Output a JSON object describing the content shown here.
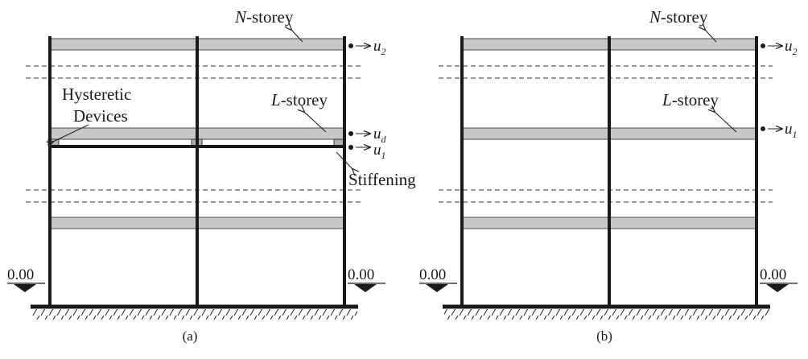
{
  "panel_a": {
    "caption": "(a)",
    "n_storey_prefix": "N",
    "n_storey_suffix": "-storey",
    "l_storey_prefix": "L",
    "l_storey_suffix": "-storey",
    "hysteretic_line1": "Hysteretic",
    "hysteretic_line2": "Devices",
    "stiffening": "Stiffening",
    "u2": {
      "base": "u",
      "sub": "2"
    },
    "ud": {
      "base": "u",
      "sub": "d"
    },
    "u1": {
      "base": "u",
      "sub": "1"
    },
    "level_left": "0.00",
    "level_right": "0.00"
  },
  "panel_b": {
    "caption": "(b)",
    "n_storey_prefix": "N",
    "n_storey_suffix": "-storey",
    "l_storey_prefix": "L",
    "l_storey_suffix": "-storey",
    "u2": {
      "base": "u",
      "sub": "2"
    },
    "u1": {
      "base": "u",
      "sub": "1"
    },
    "level_left": "0.00",
    "level_right": "0.00"
  }
}
